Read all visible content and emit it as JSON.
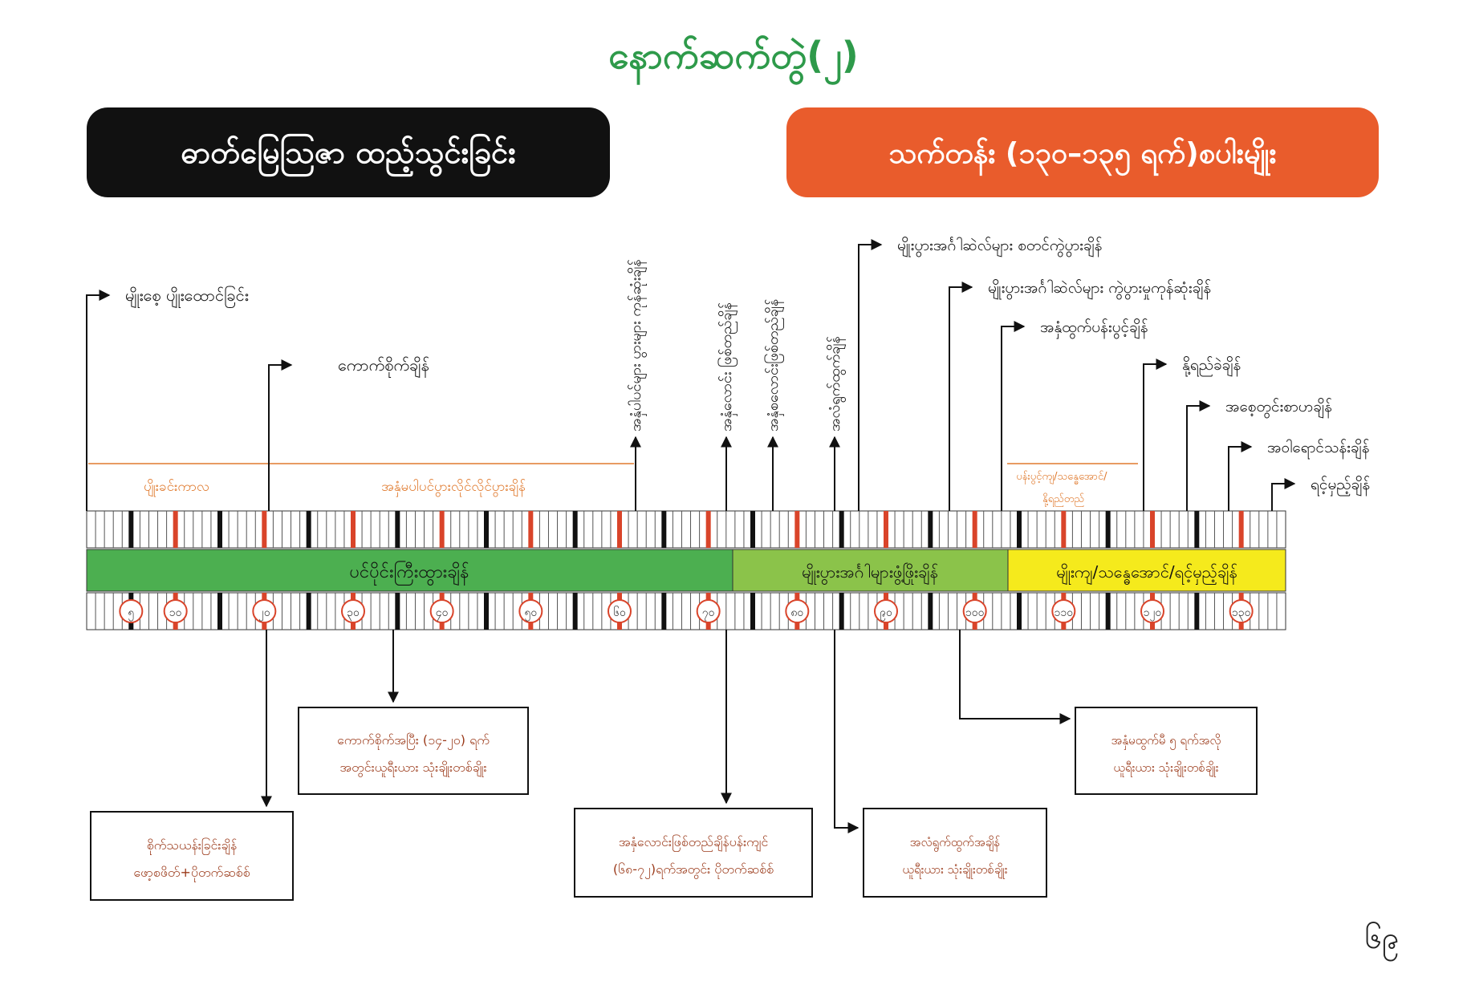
{
  "title": "နောက်ဆက်တွဲ(၂)",
  "left_header": "ဓာတ်မြေဩဇာ ထည့်သွင်းခြင်း",
  "right_header": "သက်တန်း (၁၃၀–၁၃၅ ရက်)စပါးမျိုး",
  "page_number": "၆၉",
  "colors": {
    "title_green": "#2e9a4a",
    "right_header_bg": "#e95c2c",
    "phase1": "#4caf50",
    "phase2": "#8bc34a",
    "phase3": "#f5ea1c",
    "label_orange": "#e07a2e",
    "box_text": "#9b3a1a",
    "tick_red": "#d9442a"
  },
  "upper_labels": [
    {
      "text": "မျိုးစေ့ ပျိုးထောင်ခြင်း"
    },
    {
      "text": "ကောက်စိုက်ချိန်"
    },
    {
      "text": "အနှံပါပင်များ ပွားများ ကုန်ဆုံးချိန်"
    },
    {
      "text": "အနှံလောင်း ဖြစ်တည်ချိန်"
    },
    {
      "text": "အနှံစလောင်းဖြစ်တည်ချိန်"
    },
    {
      "text": "အလံရွက်ထွက်ချိန်"
    },
    {
      "text": "မျိုးပွားအင်္ဂါဆဲလ်များ စတင်ကွဲပွားချိန်"
    },
    {
      "text": "မျိုးပွားအင်္ဂါဆဲလ်များ ကွဲပွားမှုကုန်ဆုံးချိန်"
    },
    {
      "text": "အနှံထွက်ပန်းပွင့်ချိန်"
    },
    {
      "text": "နို့ရည်ခဲချိန်"
    },
    {
      "text": "အစေ့တွင်းစာဟချိန်"
    },
    {
      "text": "အဝါရောင်သန်းချိန်"
    },
    {
      "text": "ရင့်မှည့်ချိန်"
    }
  ],
  "period_labels": [
    {
      "text": "ပျိုးခင်းကာလ"
    },
    {
      "text": "အနှံမပါပင်ပွားလိုင်လိုင်ပွားချိန်"
    },
    {
      "text": "ပန်းပွင့်ကျ/သန္ဓေအောင်/ နို့ရည်တည်"
    }
  ],
  "phases": [
    {
      "label": "ပင်ပိုင်းကြီးထွားချိန်"
    },
    {
      "label": "မျိုးပွားအင်္ဂါများဖွံ့ဖြိုးချိန်"
    },
    {
      "label": "မျိုးကျ/သန္ဓေအောင်/ရင့်မှည့်ချိန်"
    }
  ],
  "day_markers": [
    "၅",
    "၁၀",
    "၂၀",
    "၃၀",
    "၄၀",
    "၅၀",
    "၆၀",
    "၇၀",
    "၈၀",
    "၉၀",
    "၁၀၀",
    "၁၁၀",
    "၁၂၀",
    "၁၃၀"
  ],
  "fertilizer_boxes": [
    {
      "line1": "ကောက်စိုက်အပြီး (၁၄-၂၀) ရက်",
      "line2": "အတွင်းယူရီးယား သုံးချိုးတစ်ချိုး"
    },
    {
      "line1": "စိုက်သယန်းခြင်းချိန်",
      "line2": "ဖော့စဖိတ်+ပိုတက်ဆစ်စ်"
    },
    {
      "line1": "အနှံလောင်းဖြစ်တည်ချိန်ပန်းကျင်",
      "line2": "(၆၈-၇၂)ရက်အတွင်း ပိုတက်ဆစ်စ်"
    },
    {
      "line1": "အလံရွက်ထွက်အချိန်",
      "line2": "ယူရီးယား သုံးချိုးတစ်ချိုး"
    },
    {
      "line1": "အနှံမထွက်မီ ၅ ရက်အလို",
      "line2": "ယူရီးယား သုံးချိုးတစ်ချိုး"
    }
  ]
}
